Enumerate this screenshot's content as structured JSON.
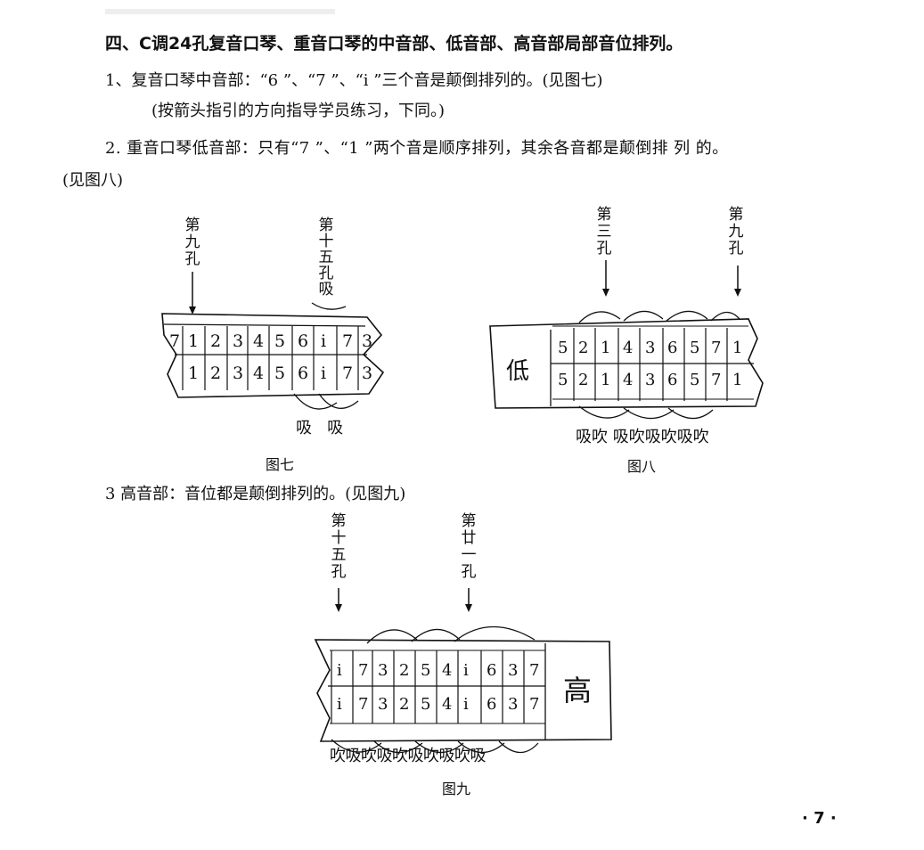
{
  "text": {
    "heading": "四、C调24孔复音口琴、重音口琴的中音部、低音部、高音部局部音位排列。",
    "p1": "1、复音口琴中音部：“6 ”、“7 ”、“i ”三个音是颠倒排列的。(见图七)",
    "p1_note": "(按箭头指引的方向指导学员练习，下同。)",
    "p2": "2. 重音口琴低音部：只有“7 ”、“1 ”两个音是顺序排列，其余各音都是颠倒排 列 的。",
    "p2_cont": "(见图八)",
    "p3": "3  高音部：音位都是颠倒排列的。(见图九)",
    "page_number": "· 7 ·"
  },
  "fig7": {
    "caption": "图七",
    "arrow_left": [
      "第",
      "九",
      "孔"
    ],
    "arrow_right": [
      "第",
      "十",
      "五",
      "孔",
      "吸"
    ],
    "row_top": [
      "7",
      "1",
      "2",
      "3",
      "4",
      "5",
      "6",
      "i",
      "7",
      "3"
    ],
    "row_bottom": [
      "1",
      "2",
      "3",
      "4",
      "5",
      "6",
      "i",
      "7",
      "3"
    ],
    "bottom_label": "吸   吸"
  },
  "fig8": {
    "caption": "图八",
    "arrow_left": [
      "第",
      "三",
      "孔"
    ],
    "arrow_right": [
      "第",
      "九",
      "孔"
    ],
    "side_label": "低",
    "row_top": [
      "5",
      "2",
      "1",
      "4",
      "3",
      "6",
      "5",
      "7",
      "1"
    ],
    "row_bottom": [
      "5",
      "2",
      "1",
      "4",
      "3",
      "6",
      "5",
      "7",
      "1"
    ],
    "bottom_label": "吸吹 吸吹吸吹吸吹"
  },
  "fig9": {
    "caption": "图九",
    "arrow_left": [
      "第",
      "十",
      "五",
      "孔"
    ],
    "arrow_right": [
      "第",
      "廿",
      "一",
      "孔"
    ],
    "side_label": "高",
    "row_top": [
      "i",
      "7",
      "3",
      "2",
      "5",
      "4",
      "i",
      "6",
      "3",
      "7"
    ],
    "row_bottom": [
      "i",
      "7",
      "3",
      "2",
      "5",
      "4",
      "i",
      "6",
      "3",
      "7"
    ],
    "bottom_label": "吹吸吹吸吹吸吹吸吹吸"
  }
}
